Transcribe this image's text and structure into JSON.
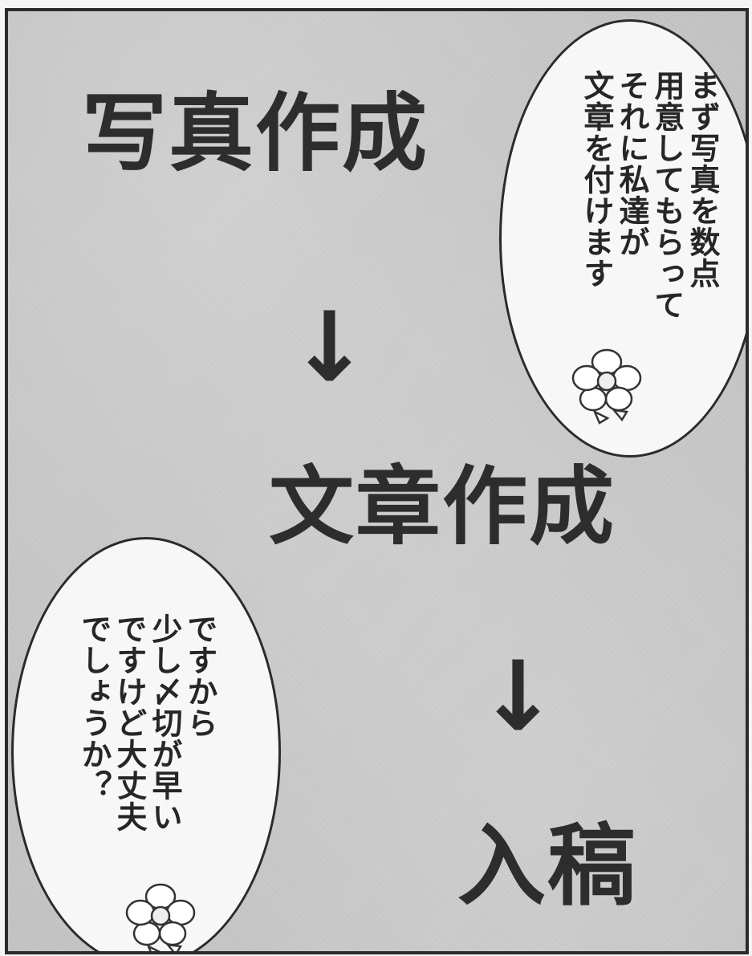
{
  "steps": {
    "photo": "写真作成",
    "text": "文章作成",
    "submit": "入稿"
  },
  "arrow_glyph": "↓",
  "bubbles": {
    "top_right": "まず写真を数点\n用意してもらって\nそれに私達が\n文章を付けます",
    "bottom_left": "ですから\n少し〆切が早い\nですけど大丈夫\nでしょうか？"
  },
  "icons": {
    "bubble_decoration": "flower-icon"
  },
  "colors": {
    "background_screentone": "#c9c9c9",
    "ink": "#2d2d2d",
    "bubble_fill": "#f7f7f7"
  }
}
